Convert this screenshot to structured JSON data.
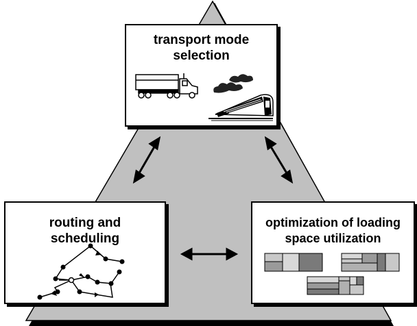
{
  "diagram": {
    "nodes": {
      "transport_mode": {
        "line1": "transport mode",
        "line2": "selection"
      },
      "routing": {
        "line1": "routing and",
        "line2": "scheduling"
      },
      "loading": {
        "line1": "optimization of loading",
        "line2": "space utilization"
      }
    },
    "connections": [
      {
        "from": "transport_mode",
        "to": "routing",
        "style": "double-arrow"
      },
      {
        "from": "transport_mode",
        "to": "loading",
        "style": "double-arrow"
      },
      {
        "from": "routing",
        "to": "loading",
        "style": "double-arrow"
      }
    ],
    "icons": [
      "truck-icon",
      "train-icon",
      "route-graph-icon",
      "loading-space-icon"
    ],
    "colors": {
      "pyramid": "#c0c0c0",
      "box": "#ffffff",
      "outline": "#000000",
      "bar_light": "#c8c8c8",
      "bar_dark": "#7a7a7a"
    }
  }
}
